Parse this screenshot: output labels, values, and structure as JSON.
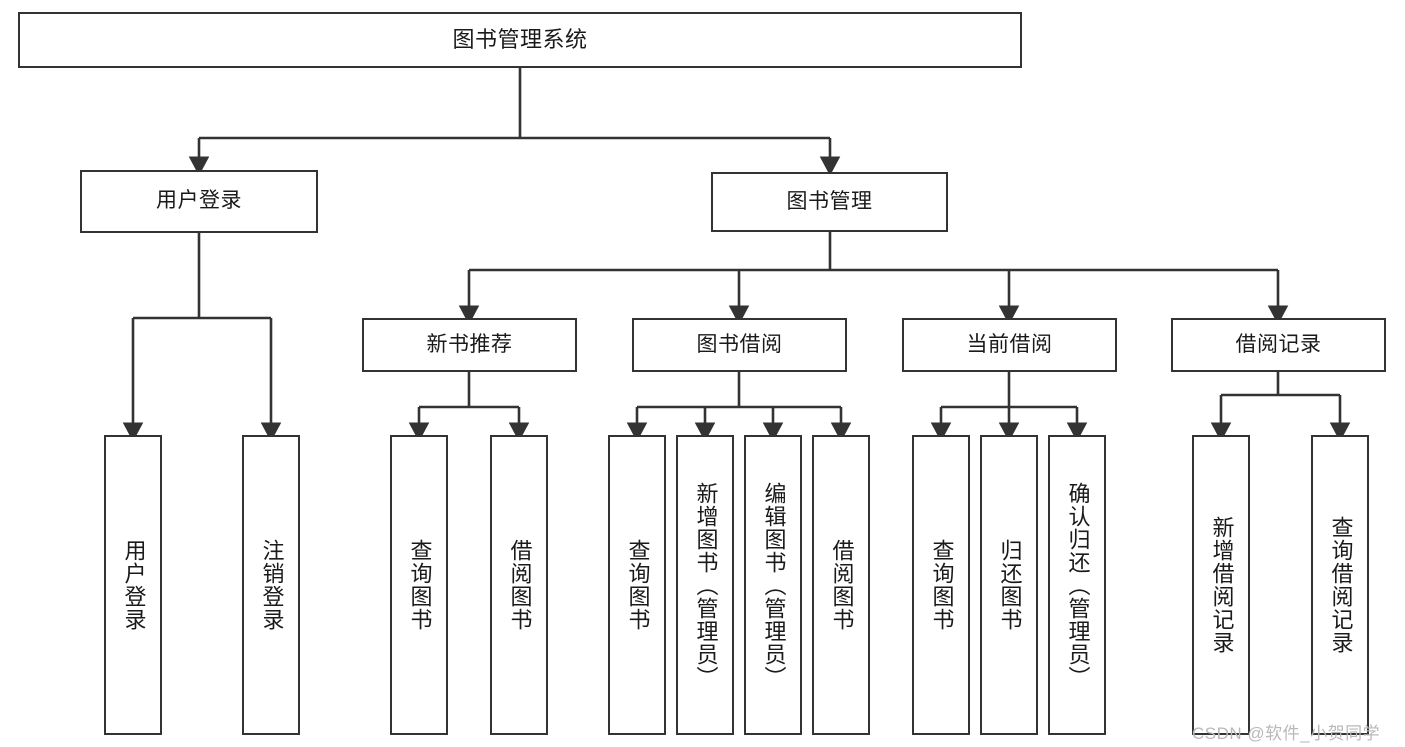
{
  "diagram": {
    "title": "图书管理系统",
    "type": "tree-hierarchy",
    "nodes": {
      "root": {
        "label": "图书管理系统"
      },
      "level1": [
        {
          "id": "user-login",
          "label": "用户登录"
        },
        {
          "id": "book-management",
          "label": "图书管理"
        }
      ],
      "level2": [
        {
          "id": "new-book-recommend",
          "label": "新书推荐"
        },
        {
          "id": "book-borrow",
          "label": "图书借阅"
        },
        {
          "id": "current-borrow",
          "label": "当前借阅"
        },
        {
          "id": "borrow-record",
          "label": "借阅记录"
        }
      ],
      "leaves": [
        {
          "id": "leaf-user-login",
          "label": "用户登录",
          "parent": "user-login"
        },
        {
          "id": "leaf-logout-login",
          "label": "注销登录",
          "parent": "user-login"
        },
        {
          "id": "leaf-query-book-1",
          "label": "查询图书",
          "parent": "new-book-recommend"
        },
        {
          "id": "leaf-borrow-book-1",
          "label": "借阅图书",
          "parent": "new-book-recommend"
        },
        {
          "id": "leaf-query-book-2",
          "label": "查询图书",
          "parent": "book-borrow"
        },
        {
          "id": "leaf-add-book",
          "label": "新增图书（管理员）",
          "parent": "book-borrow"
        },
        {
          "id": "leaf-edit-book",
          "label": "编辑图书（管理员）",
          "parent": "book-borrow"
        },
        {
          "id": "leaf-borrow-book-2",
          "label": "借阅图书",
          "parent": "book-borrow"
        },
        {
          "id": "leaf-query-book-3",
          "label": "查询图书",
          "parent": "current-borrow"
        },
        {
          "id": "leaf-return-book",
          "label": "归还图书",
          "parent": "current-borrow"
        },
        {
          "id": "leaf-confirm-return",
          "label": "确认归还（管理员）",
          "parent": "current-borrow"
        },
        {
          "id": "leaf-add-record",
          "label": "新增借阅记录",
          "parent": "borrow-record"
        },
        {
          "id": "leaf-query-record",
          "label": "查询借阅记录",
          "parent": "borrow-record"
        }
      ]
    },
    "colors": {
      "border": "#333333",
      "background": "#ffffff",
      "text": "#1a1a1a",
      "watermark": "#b9b9b9"
    }
  },
  "watermark": {
    "text": "CSDN @软件_小贺同学"
  }
}
